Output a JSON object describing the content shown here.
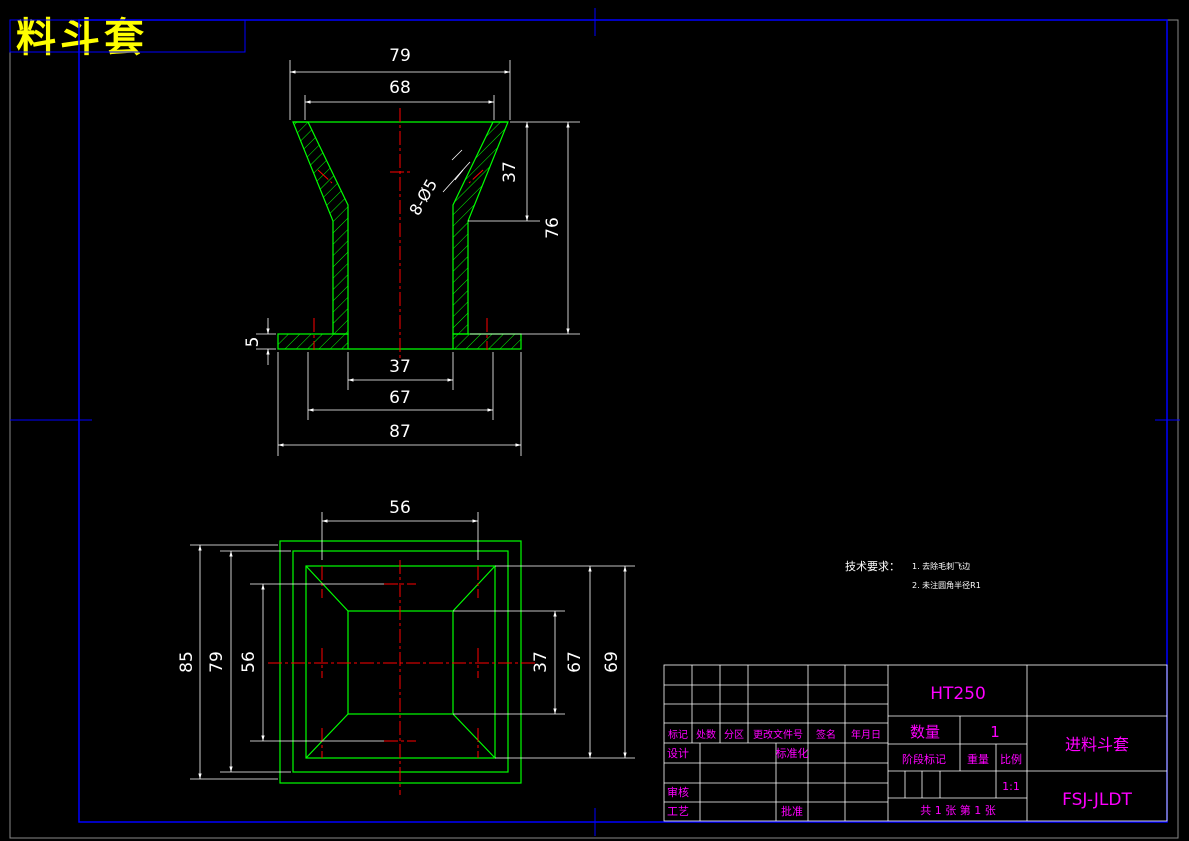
{
  "drawing_title": "料斗套",
  "colors": {
    "background": "#000000",
    "frame": "#0000ff",
    "outline": "#00ff00",
    "hatch": "#00ff00",
    "centerline": "#ff0000",
    "dimension": "#ffffff",
    "titleblock_text": "#ff00ff",
    "title_text": "#ffff00"
  },
  "front_view": {
    "dims": {
      "top_outer": "79",
      "top_inner": "68",
      "hole_spec": "8-Ø5",
      "cone_height": "37",
      "total_height": "76",
      "flange_thickness": "5",
      "bore": "37",
      "neck_outer": "67",
      "flange_width": "87"
    }
  },
  "top_view": {
    "dims": {
      "top_width": "56",
      "outer_height": "85",
      "mid_height": "79",
      "inner_height": "56",
      "bore_height": "37",
      "right_mid": "67",
      "right_outer": "69"
    }
  },
  "tech_requirements": {
    "heading": "技术要求：",
    "items": [
      "1. 去除毛刺飞边",
      "2. 未注圆角半径R1"
    ]
  },
  "title_block": {
    "material": "HT250",
    "quantity_label": "数量",
    "quantity_value": "1",
    "part_name": "进料斗套",
    "drawing_no": "FSJ-JLDT",
    "row_labels": [
      "标记",
      "处数",
      "分区",
      "更改文件号",
      "签名",
      "年月日"
    ],
    "design_label": "设计",
    "standardize_label": "标准化",
    "review_label": "审核",
    "process_label": "工艺",
    "approve_label": "批准",
    "stage_label": "阶段标记",
    "weight_label": "重量",
    "scale_label": "比例",
    "scale_value": "1:1",
    "sheet_info": "共 1 张  第 1 张"
  }
}
